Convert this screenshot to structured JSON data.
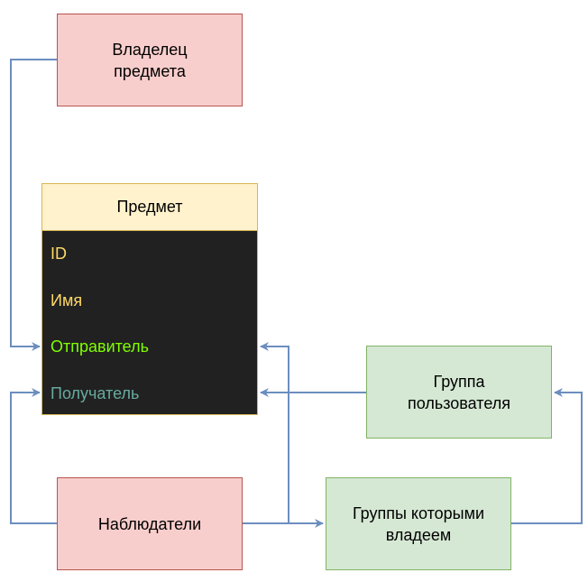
{
  "nodes": {
    "owner": {
      "label": "Владелец\nпредмета"
    },
    "watchers": {
      "label": "Наблюдатели"
    },
    "user_group": {
      "label": "Группа\nпользователя"
    },
    "owned_groups": {
      "label": "Группы которыми\nвладеем"
    }
  },
  "entity": {
    "title": "Предмет",
    "fields": [
      {
        "label": "ID",
        "color": "#ffd966"
      },
      {
        "label": "Имя",
        "color": "#ffd966"
      },
      {
        "label": "Отправитель",
        "color": "#80ff00"
      },
      {
        "label": "Получатель",
        "color": "#67ab9f"
      }
    ]
  },
  "colors": {
    "edge": "#6c8ebf",
    "red_fill": "#f8cecc",
    "red_stroke": "#b85450",
    "green_fill": "#d5e8d4",
    "green_stroke": "#82b366",
    "entity_header_fill": "#fff2cc",
    "entity_stroke": "#d6b656",
    "entity_body_fill": "#212121"
  }
}
